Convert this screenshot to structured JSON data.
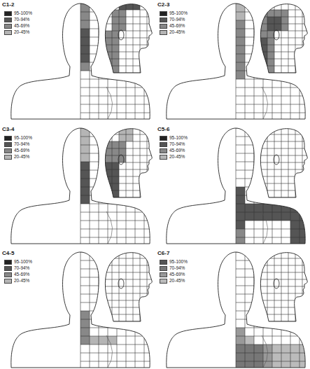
{
  "diagram": {
    "labels": [
      "C1-2",
      "C2-3",
      "C3-4",
      "C5-6",
      "C4-5",
      "C6-7"
    ],
    "legend": [
      {
        "text": "95-100%",
        "color": "#222222"
      },
      {
        "text": "70-94%",
        "color": "#555555"
      },
      {
        "text": "45-69%",
        "color": "#888888"
      },
      {
        "text": "20-45%",
        "color": "#b5b5b5"
      },
      {
        "text": "95-100%",
        "color": "#222222"
      },
      {
        "text": "70-94%",
        "color": "#555555"
      },
      {
        "text": "45-69%",
        "color": "#888888"
      },
      {
        "text": "20-45%",
        "color": "#b5b5b5"
      },
      {
        "text": "95-100%",
        "color": "#222222"
      },
      {
        "text": "70-94%",
        "color": "#555555"
      },
      {
        "text": "45-69%",
        "color": "#888888"
      },
      {
        "text": "20-45%",
        "color": "#b5b5b5"
      },
      {
        "text": "95-100%",
        "color": "#222222"
      },
      {
        "text": "70-94%",
        "color": "#555555"
      },
      {
        "text": "45-69%",
        "color": "#888888"
      },
      {
        "text": "20-45%",
        "color": "#b5b5b5"
      },
      {
        "text": "95-100%",
        "color": "#222222"
      },
      {
        "text": "70-94%",
        "color": "#555555"
      },
      {
        "text": "45-69%",
        "color": "#888888"
      },
      {
        "text": "20-45%",
        "color": "#b5b5b5"
      },
      {
        "text": "95-100%",
        "color": "#555555"
      },
      {
        "text": "70-94%",
        "color": "#777777"
      },
      {
        "text": "45-69%",
        "color": "#999999"
      },
      {
        "text": "20-45%",
        "color": "#bbbbbb"
      }
    ]
  }
}
